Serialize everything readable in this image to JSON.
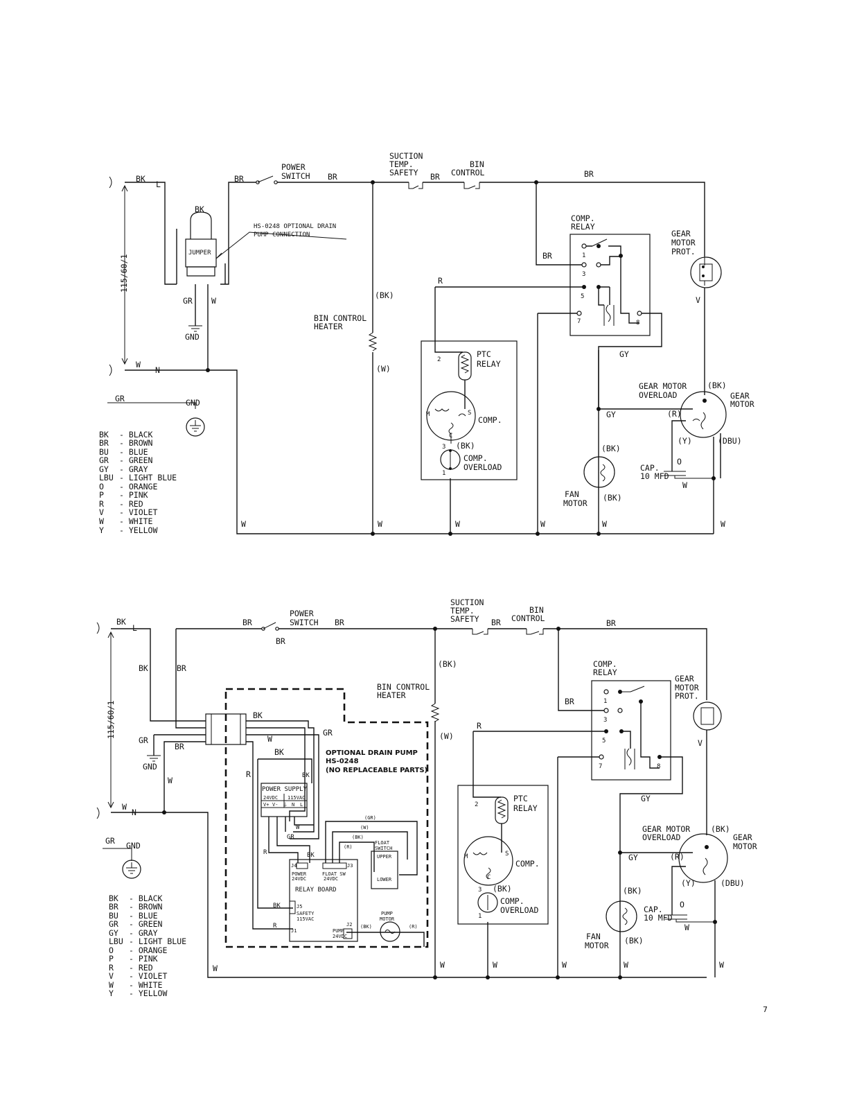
{
  "page_number": "7",
  "diagram1": {
    "supply": "115/60/1",
    "legend": [
      {
        "code": "BK",
        "name": "- BLACK"
      },
      {
        "code": "BR",
        "name": "- BROWN"
      },
      {
        "code": "BU",
        "name": "- BLUE"
      },
      {
        "code": "GR",
        "name": "- GREEN"
      },
      {
        "code": "GY",
        "name": "- GRAY"
      },
      {
        "code": "LBU",
        "name": "- LIGHT BLUE"
      },
      {
        "code": "O",
        "name": "- ORANGE"
      },
      {
        "code": "P",
        "name": "- PINK"
      },
      {
        "code": "R",
        "name": "- RED"
      },
      {
        "code": "V",
        "name": "- VIOLET"
      },
      {
        "code": "W",
        "name": "- WHITE"
      },
      {
        "code": "Y",
        "name": "- YELLOW"
      }
    ],
    "power_switch": [
      "POWER",
      "SWITCH"
    ],
    "suction": [
      "SUCTION",
      "TEMP.",
      "SAFETY"
    ],
    "bin_control": [
      "BIN",
      "CONTROL"
    ],
    "jumper": "JUMPER",
    "hs_note": [
      "HS-0248 OPTIONAL DRAIN",
      "PUMP CONNECTION"
    ],
    "bin_heater": [
      "BIN CONTROL",
      "HEATER"
    ],
    "comp_relay": [
      "COMP.",
      "RELAY"
    ],
    "gear_prot": [
      "GEAR",
      "MOTOR",
      "PROT."
    ],
    "ptc_relay": [
      "PTC",
      "RELAY"
    ],
    "comp": "COMP.",
    "comp_overload": [
      "COMP.",
      "OVERLOAD"
    ],
    "gear_overload": [
      "GEAR MOTOR",
      "OVERLOAD"
    ],
    "gear_motor": [
      "GEAR",
      "MOTOR"
    ],
    "fan_motor": [
      "FAN",
      "MOTOR"
    ],
    "cap": [
      "CAP.",
      "10 MFD"
    ],
    "gnd": "GND",
    "wire": {
      "BK": "BK",
      "BR": "BR",
      "W": "W",
      "GR": "GR",
      "GY": "GY",
      "R": "R",
      "V": "V",
      "L": "L",
      "N": "N",
      "pBK": "(BK)",
      "pW": "(W)",
      "pR": "(R)",
      "pY": "(Y)",
      "pDBU": "(DBU)",
      "O": "O",
      "t1": "1",
      "t2": "2",
      "t3": "3",
      "t5": "5",
      "t7": "7",
      "t8": "8",
      "M": "M",
      "S": "S",
      "C": "C"
    }
  },
  "diagram2": {
    "supply": "115/60/1",
    "drain_pump": [
      "OPTIONAL DRAIN PUMP",
      "HS-0248",
      "(NO REPLACEABLE PARTS)"
    ],
    "power_supply": [
      "POWER SUPPLY",
      "24VDC",
      "115VAC",
      "V+",
      "V-",
      "⏚",
      "N",
      "L"
    ],
    "relay_board": "RELAY BOARD",
    "float_switch": [
      "FLOAT",
      "SWITCH",
      "UPPER",
      "LOWER"
    ],
    "pump_motor": [
      "PUMP",
      "MOTOR"
    ],
    "board_j4": [
      "POWER",
      "24VDC",
      "J4"
    ],
    "board_j3": [
      "FLOAT SW",
      "24VDC",
      "J3"
    ],
    "board_j5": [
      "SAFETY",
      "115VAC",
      "J5"
    ],
    "board_j2": [
      "PUMP",
      "24VDC",
      "J2"
    ],
    "board_j1": "J1",
    "pGR": "(GR)"
  }
}
